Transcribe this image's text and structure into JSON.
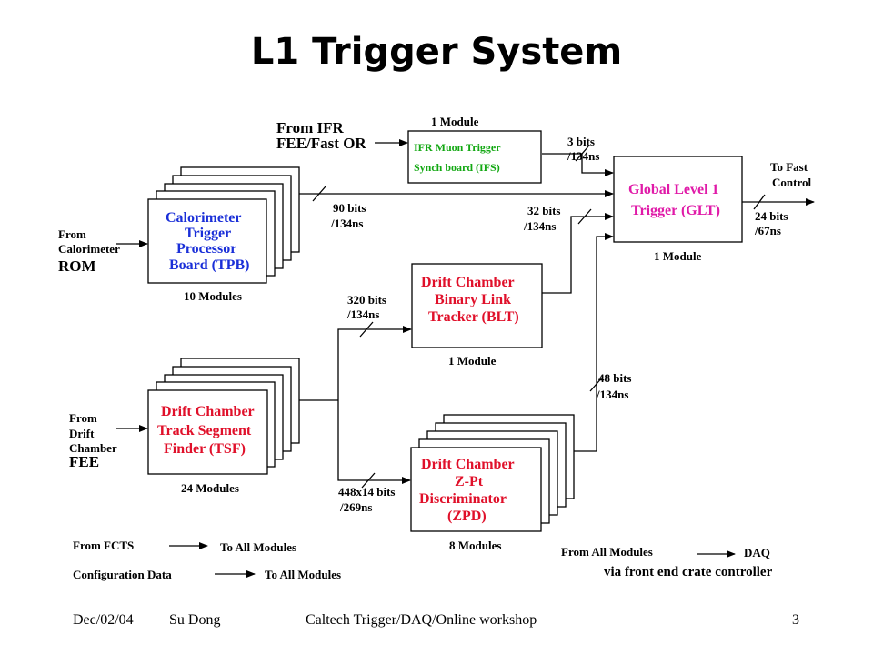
{
  "title": "L1 Trigger System",
  "inputs": {
    "ifr": [
      "From IFR",
      "FEE/Fast OR"
    ],
    "calorimeter": [
      "From",
      "Calorimeter"
    ],
    "calorimeter_rom": "ROM",
    "drift": [
      "From",
      "Drift",
      "Chamber"
    ],
    "drift_fee": "FEE"
  },
  "ifs": {
    "count": "1 Module",
    "lines": [
      "IFR Muon Trigger",
      "Synch board (IFS)"
    ]
  },
  "tpb": {
    "count": "10 Modules",
    "lines": [
      "Calorimeter",
      "Trigger",
      "Processor",
      "Board (TPB)"
    ]
  },
  "glt": {
    "count": "1 Module",
    "lines": [
      "Global Level 1",
      "Trigger (GLT)"
    ]
  },
  "blt": {
    "count": "1 Module",
    "lines": [
      "Drift Chamber",
      "Binary Link",
      "Tracker (BLT)"
    ]
  },
  "tsf": {
    "count": "24 Modules",
    "lines": [
      "Drift Chamber",
      "Track Segment",
      "Finder (TSF)"
    ]
  },
  "zpd": {
    "count": "8 Modules",
    "lines": [
      "Drift Chamber",
      "Z-Pt",
      "Discriminator",
      "(ZPD)"
    ]
  },
  "links": {
    "ifs_glt": [
      "3 bits",
      "/134ns"
    ],
    "tpb_glt": [
      "90 bits",
      "/134ns"
    ],
    "blt_glt": [
      "32 bits",
      "/134ns"
    ],
    "tsf_blt": [
      "320 bits",
      "/134ns"
    ],
    "tsf_zpd": [
      "448x14 bits",
      "/269ns"
    ],
    "zpd_glt": [
      "48 bits",
      "/134ns"
    ],
    "glt_out": [
      "24 bits",
      "/67ns"
    ]
  },
  "output": [
    "To Fast",
    "Control"
  ],
  "legend": {
    "fcts_from": "From FCTS",
    "fcts_to": "To All Modules",
    "config_from": "Configuration Data",
    "config_to": "To All Modules",
    "daq_from": "From All Modules",
    "daq_to": "DAQ",
    "daq_via": "via front end crate controller"
  },
  "footer": {
    "date": "Dec/02/04",
    "author": "Su Dong",
    "event": "Caltech Trigger/DAQ/Online workshop",
    "page": "3"
  },
  "colors": {
    "blue": "#1a2fd8",
    "red": "#e0102a",
    "magenta": "#e01aa8",
    "green": "#13a813"
  }
}
